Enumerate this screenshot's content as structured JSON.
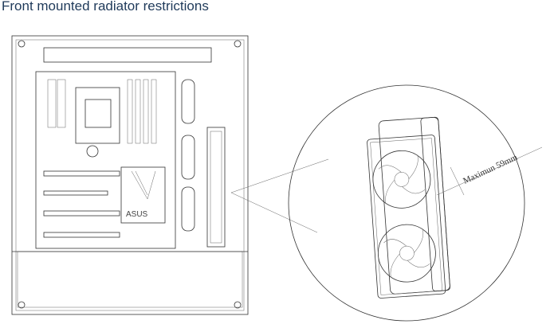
{
  "title": "Front mounted radiator restrictions",
  "board_logo": "ASUS",
  "dimension_label": "Maximun 59mm"
}
